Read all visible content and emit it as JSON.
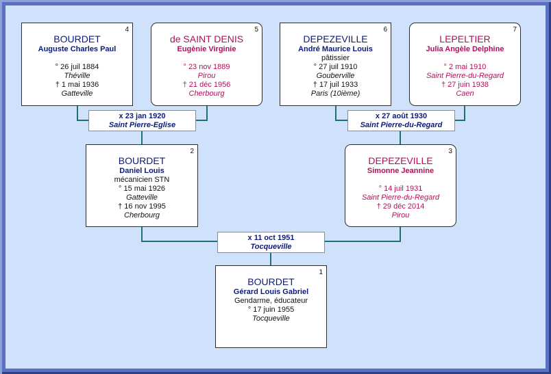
{
  "persons": {
    "p1": {
      "num": "1",
      "surname": "BOURDET",
      "given": "Gérard Louis Gabriel",
      "occupation": "Gendarme, éducateur",
      "birth": "° 17 juin 1955",
      "birth_place": "Tocqueville"
    },
    "p2": {
      "num": "2",
      "surname": "BOURDET",
      "given": "Daniel Louis",
      "occupation": "mécanicien STN",
      "birth": "° 15 mai 1926",
      "birth_place": "Gatteville",
      "death": "† 16 nov 1995",
      "death_place": "Cherbourg"
    },
    "p3": {
      "num": "3",
      "surname": "DEPEZEVILLE",
      "given": "Simonne Jeannine",
      "birth": "° 14 juil 1931",
      "birth_place": "Saint Pierre-du-Regard",
      "death": "† 29 déc 2014",
      "death_place": "Pirou"
    },
    "p4": {
      "num": "4",
      "surname": "BOURDET",
      "given": "Auguste Charles Paul",
      "birth": "° 26 juil 1884",
      "birth_place": "Théville",
      "death": "† 1 mai 1936",
      "death_place": "Gatteville"
    },
    "p5": {
      "num": "5",
      "surname": "de SAINT DENIS",
      "given": "Eugènie Virginie",
      "birth": "° 23 nov 1889",
      "birth_place": "Pirou",
      "death": "† 21 déc 1956",
      "death_place": "Cherbourg"
    },
    "p6": {
      "num": "6",
      "surname": "DEPEZEVILLE",
      "given": "André Maurice Louis",
      "occupation": "pâtissier",
      "birth": "° 27 juil 1910",
      "birth_place": "Gouberville",
      "death": "† 17 juil 1933",
      "death_place": "Paris (10ième)"
    },
    "p7": {
      "num": "7",
      "surname": "LEPELTIER",
      "given": "Julia Angèle Delphine",
      "birth": "° 2 mai 1910",
      "birth_place": "Saint Pierre-du-Regard",
      "death": "† 27 juin 1938",
      "death_place": "Caen"
    }
  },
  "marriages": {
    "m1": {
      "date": "x 11 oct 1951",
      "place": "Tocqueville"
    },
    "m2": {
      "date": "x 23 jan 1920",
      "place": "Saint Pierre-Eglise"
    },
    "m3": {
      "date": "x 27 août 1930",
      "place": "Saint Pierre-du-Regard"
    }
  },
  "colors": {
    "male": "#0b1a7a",
    "female": "#b0105a",
    "connector": "#1f6f73",
    "background": "#cfe1fb",
    "frame": "#5a72c4"
  }
}
